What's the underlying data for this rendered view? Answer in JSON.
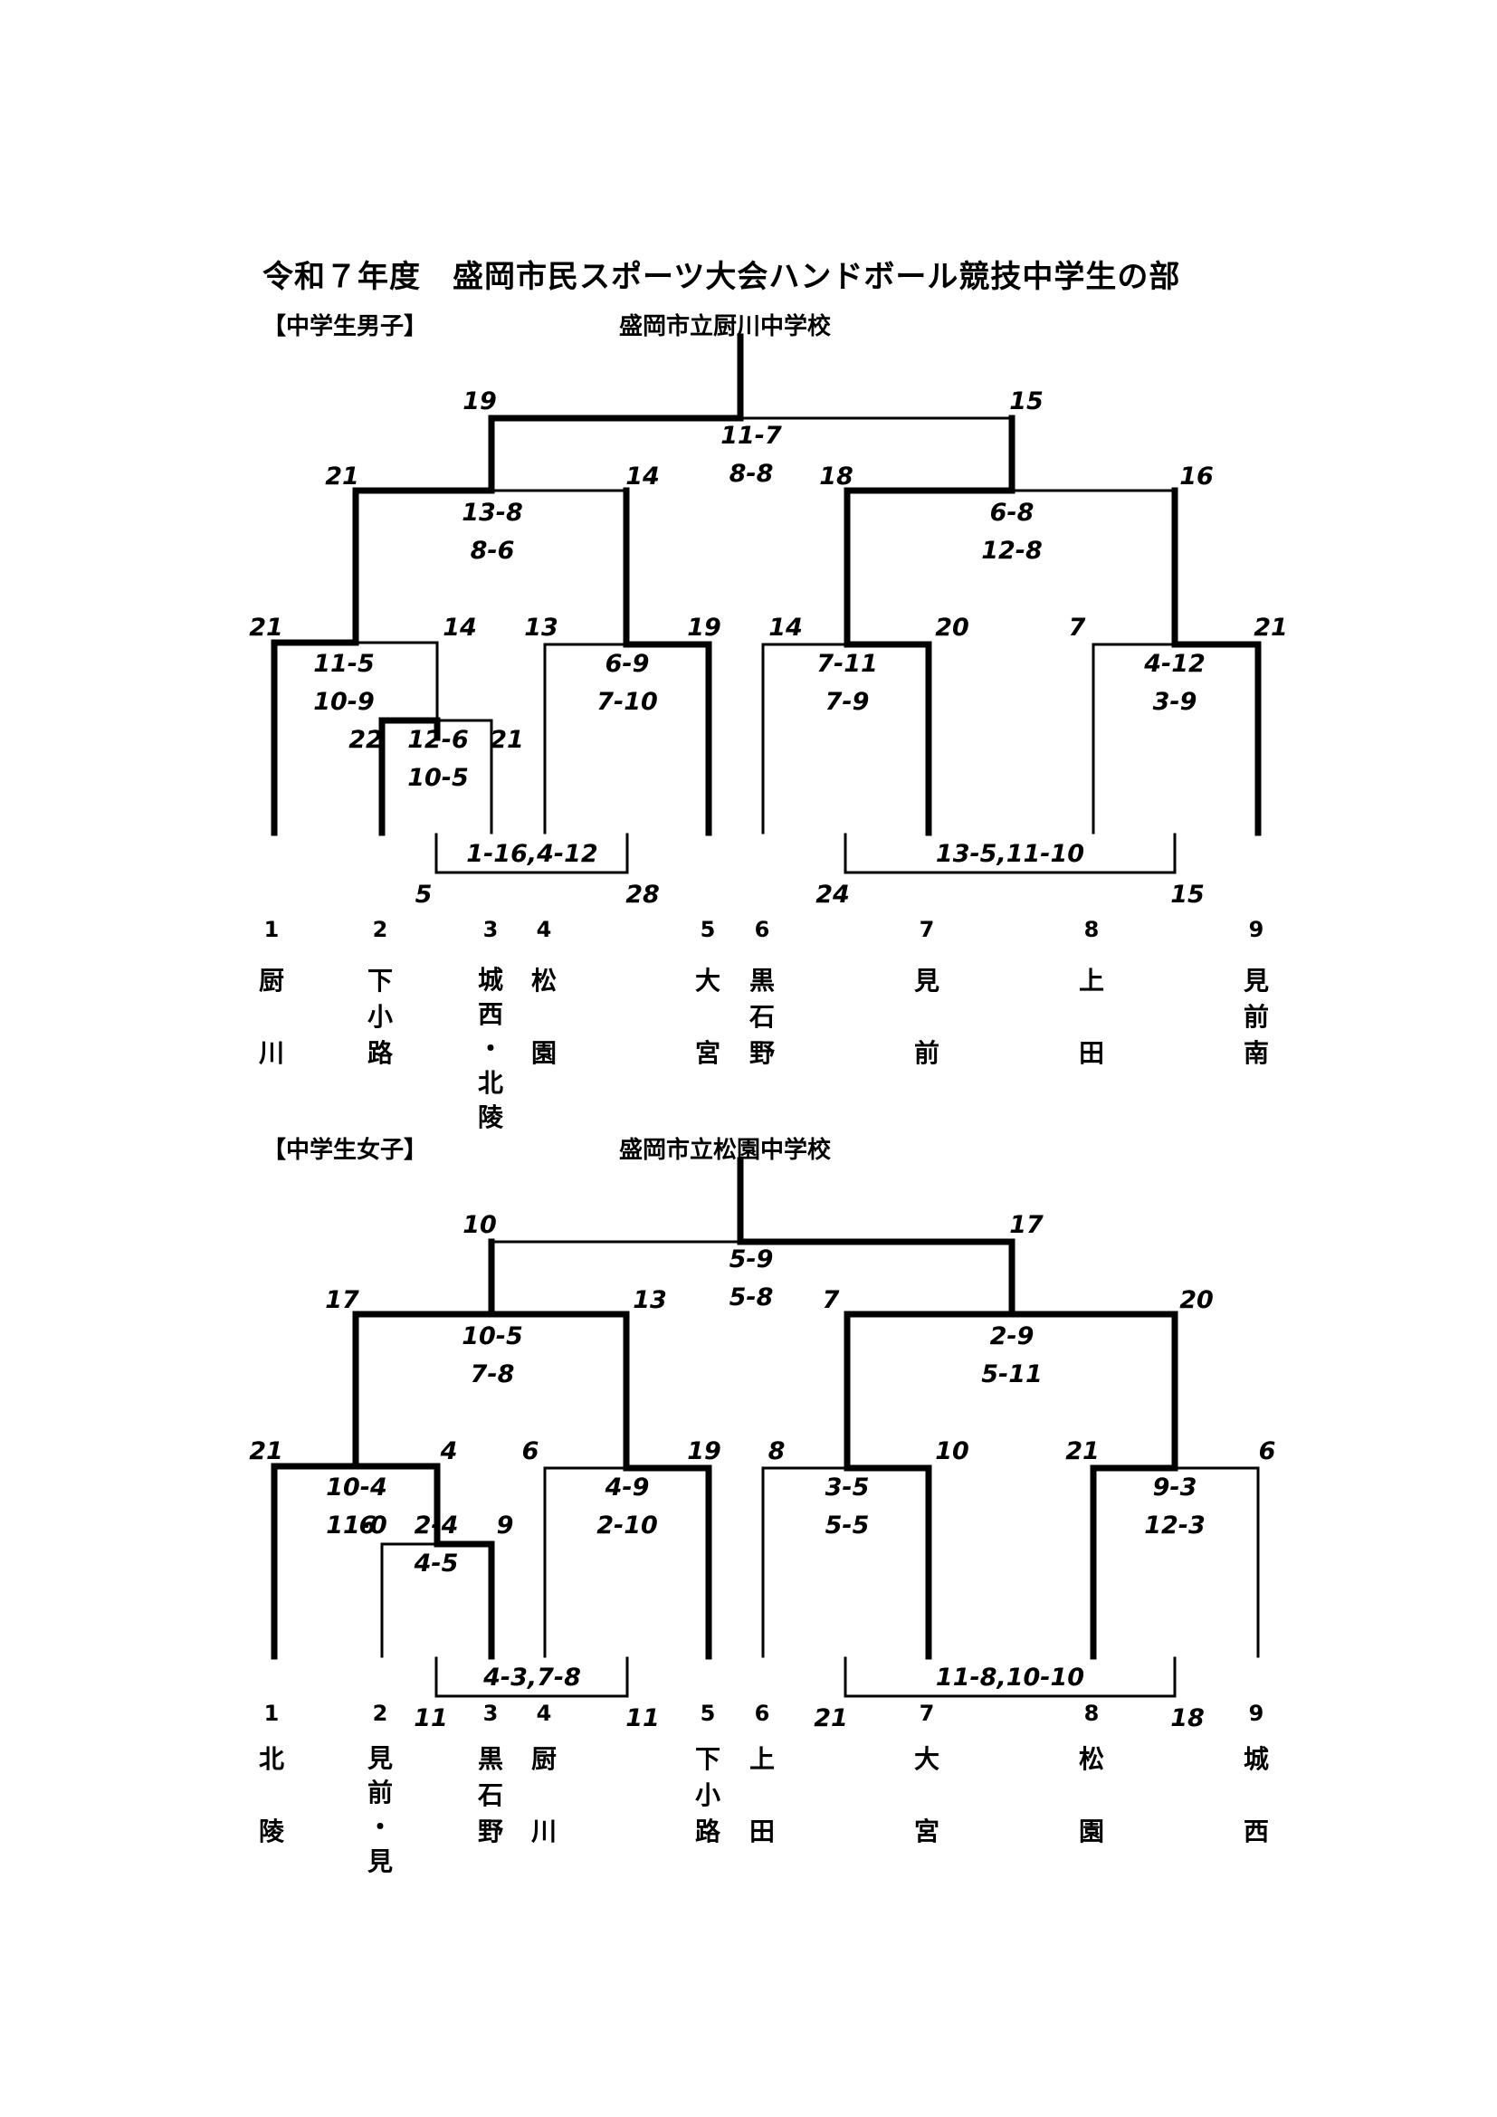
{
  "title": "令和７年度　盛岡市民スポーツ大会ハンドボール競技中学生の部",
  "brackets": [
    {
      "label": "【中学生男子】",
      "venue": "盛岡市立厨川中学校",
      "teams": [
        {
          "num": "1",
          "name": "厨川"
        },
        {
          "num": "2",
          "name": "下小路"
        },
        {
          "num": "3",
          "name": "城西・北陵"
        },
        {
          "num": "4",
          "name": "松園"
        },
        {
          "num": "5",
          "name": "大宮"
        },
        {
          "num": "6",
          "name": "黒石野"
        },
        {
          "num": "7",
          "name": "見前"
        },
        {
          "num": "8",
          "name": "上田"
        },
        {
          "num": "9",
          "name": "見前南"
        }
      ],
      "scores": {
        "final_left": "19",
        "final_right": "15",
        "sf_ll": "21",
        "sf_lr": "14",
        "sf_rl": "18",
        "sf_rr": "16",
        "q_1": "21",
        "q_sub": "14",
        "q_4": "13",
        "q_5": "19",
        "q_6": "14",
        "q_7": "20",
        "q_8": "7",
        "q_9": "21",
        "p_2": "22",
        "p_3": "21",
        "cons_l_l": "5",
        "cons_l_r": "28",
        "cons_r_l": "24",
        "cons_r_r": "15"
      },
      "results": {
        "final_1": "11-7",
        "final_2": "8-8",
        "sf_l_1": "13-8",
        "sf_l_2": "8-6",
        "sf_r_1": "6-8",
        "sf_r_2": "12-8",
        "q_a_1": "11-5",
        "q_a_2": "10-9",
        "q_b_1": "6-9",
        "q_b_2": "7-10",
        "q_c_1": "7-11",
        "q_c_2": "7-9",
        "q_d_1": "4-12",
        "q_d_2": "3-9",
        "p_1": "12-6",
        "p_2": "10-5",
        "cons_l": "1-16,4-12",
        "cons_r": "13-5,11-10"
      }
    },
    {
      "label": "【中学生女子】",
      "venue": "盛岡市立松園中学校",
      "teams": [
        {
          "num": "1",
          "name": "北陵"
        },
        {
          "num": "2",
          "name": "見前・見"
        },
        {
          "num": "3",
          "name": "黒石野"
        },
        {
          "num": "4",
          "name": "厨川"
        },
        {
          "num": "5",
          "name": "下小路"
        },
        {
          "num": "6",
          "name": "上田"
        },
        {
          "num": "7",
          "name": "大宮"
        },
        {
          "num": "8",
          "name": "松園"
        },
        {
          "num": "9",
          "name": "城西"
        }
      ],
      "scores": {
        "final_left": "10",
        "final_right": "17",
        "sf_ll": "17",
        "sf_lr": "13",
        "sf_rl": "7",
        "sf_rr": "20",
        "q_1": "21",
        "q_sub": "4",
        "q_4": "6",
        "q_5": "19",
        "q_6": "8",
        "q_7": "10",
        "q_8": "21",
        "q_9": "6",
        "p_2": "6",
        "p_3": "9",
        "cons_l_l": "11",
        "cons_l_r": "11",
        "cons_r_l": "21",
        "cons_r_r": "18"
      },
      "results": {
        "final_1": "5-9",
        "final_2": "5-8",
        "sf_l_1": "10-5",
        "sf_l_2": "7-8",
        "sf_r_1": "2-9",
        "sf_r_2": "5-11",
        "q_a_1": "10-4",
        "q_a_2": "11-0",
        "q_b_1": "4-9",
        "q_b_2": "2-10",
        "q_c_1": "3-5",
        "q_c_2": "5-5",
        "q_d_1": "9-3",
        "q_d_2": "12-3",
        "p_1": "2-4",
        "p_2": "4-5",
        "cons_l": "4-3,7-8",
        "cons_r": "11-8,10-10"
      }
    }
  ]
}
